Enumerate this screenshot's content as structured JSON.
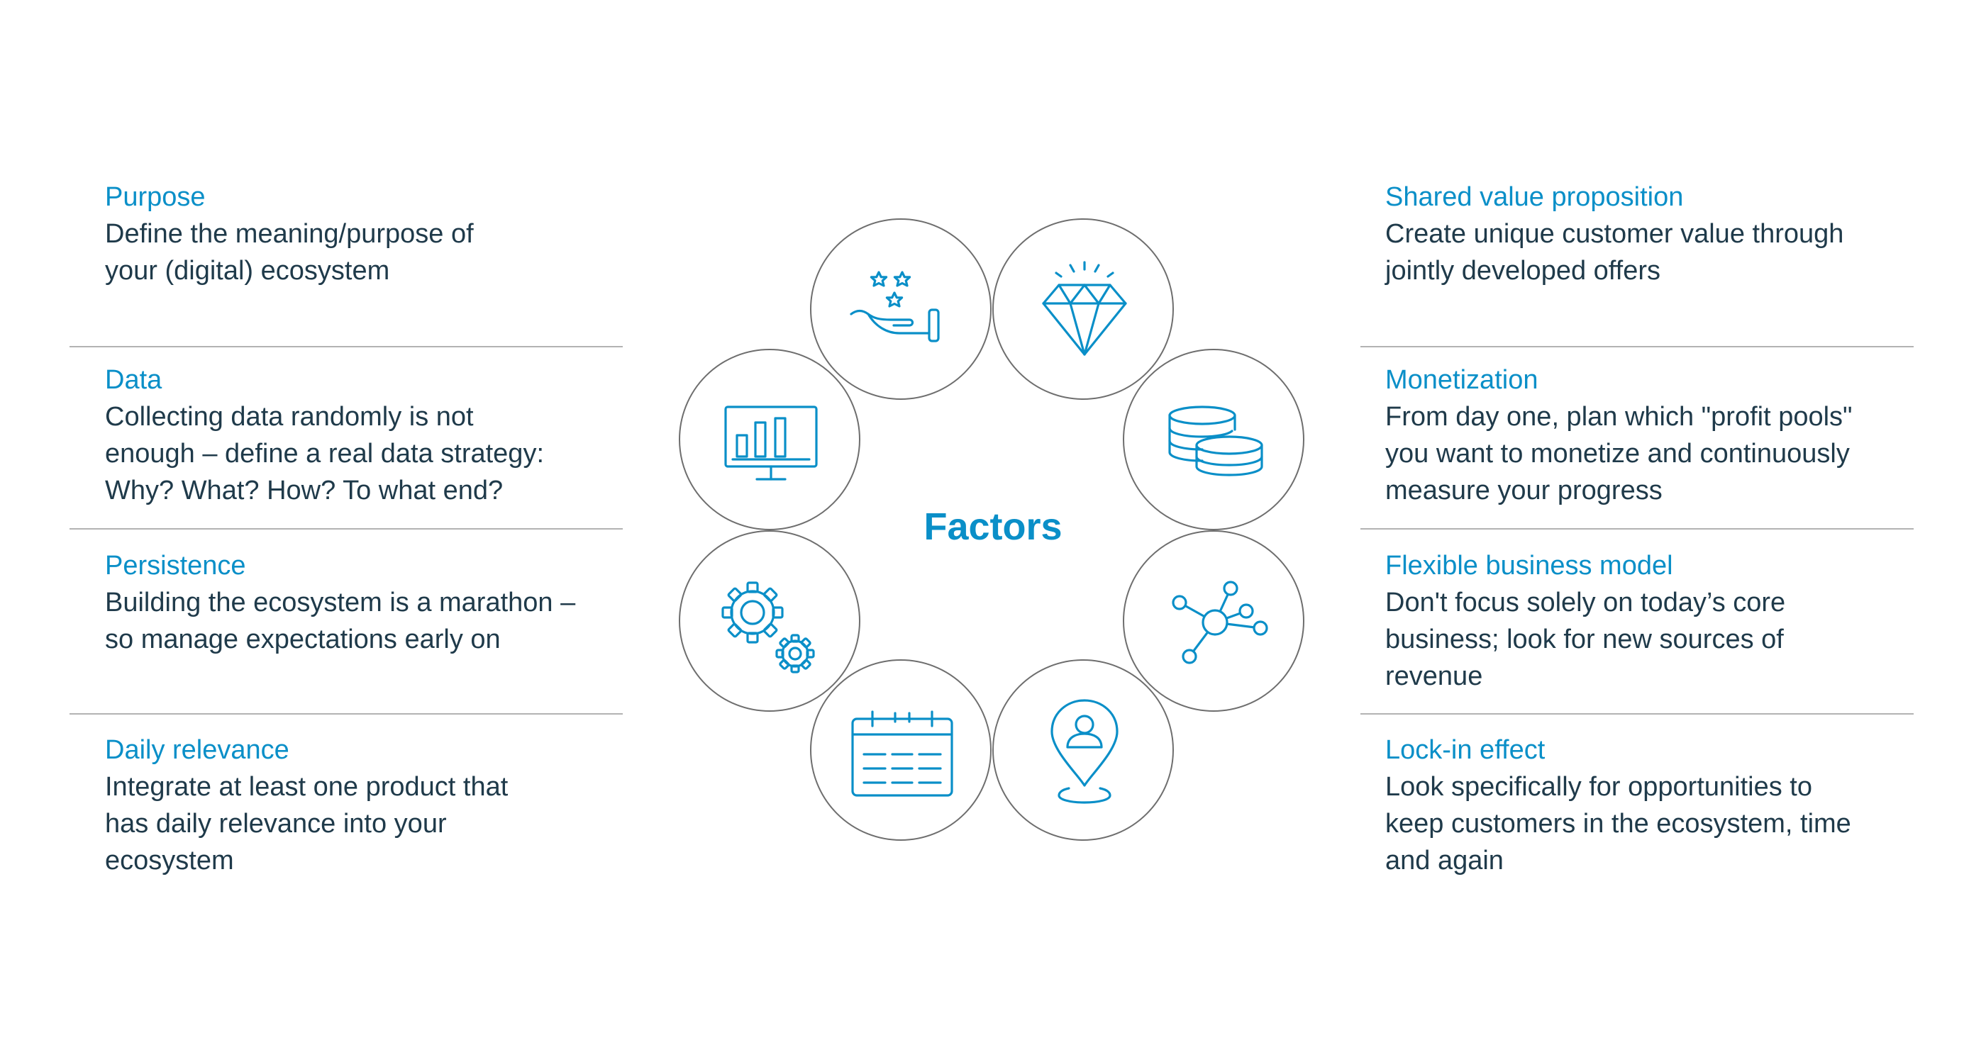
{
  "center_label": "Factors",
  "left_factors": [
    {
      "title": "Purpose",
      "description": "Define the meaning/purpose of your (digital) ecosystem"
    },
    {
      "title": "Data",
      "description": "Collecting data randomly is not enough – define a real data strategy: Why? What? How? To what end?"
    },
    {
      "title": "Persistence",
      "description": "Building the ecosystem is a marathon – so manage expectations early on"
    },
    {
      "title": "Daily relevance",
      "description": "Integrate at least one product that has daily relevance into your ecosystem"
    }
  ],
  "right_factors": [
    {
      "title": "Shared value proposition",
      "description": "Create unique customer value through jointly developed offers"
    },
    {
      "title": "Monetization",
      "description": "From day one, plan which \"profit pools\" you want to monetize and continuously measure your progress"
    },
    {
      "title": "Flexible business model",
      "description": "Don't focus solely on today’s core business; look for new sources of revenue"
    },
    {
      "title": "Lock-in effect",
      "description": "Look specifically for opportunities to keep customers in the ecosystem, time and again"
    }
  ],
  "icons": [
    "hand-stars-icon",
    "diamond-icon",
    "coins-icon",
    "network-icon",
    "location-person-icon",
    "calendar-icon",
    "gears-icon",
    "monitor-chart-icon"
  ],
  "colors": {
    "accent": "#0a8fc8",
    "text": "#1f3a4a",
    "circle_border": "#6e6e6e",
    "divider": "#b3b3b3"
  }
}
